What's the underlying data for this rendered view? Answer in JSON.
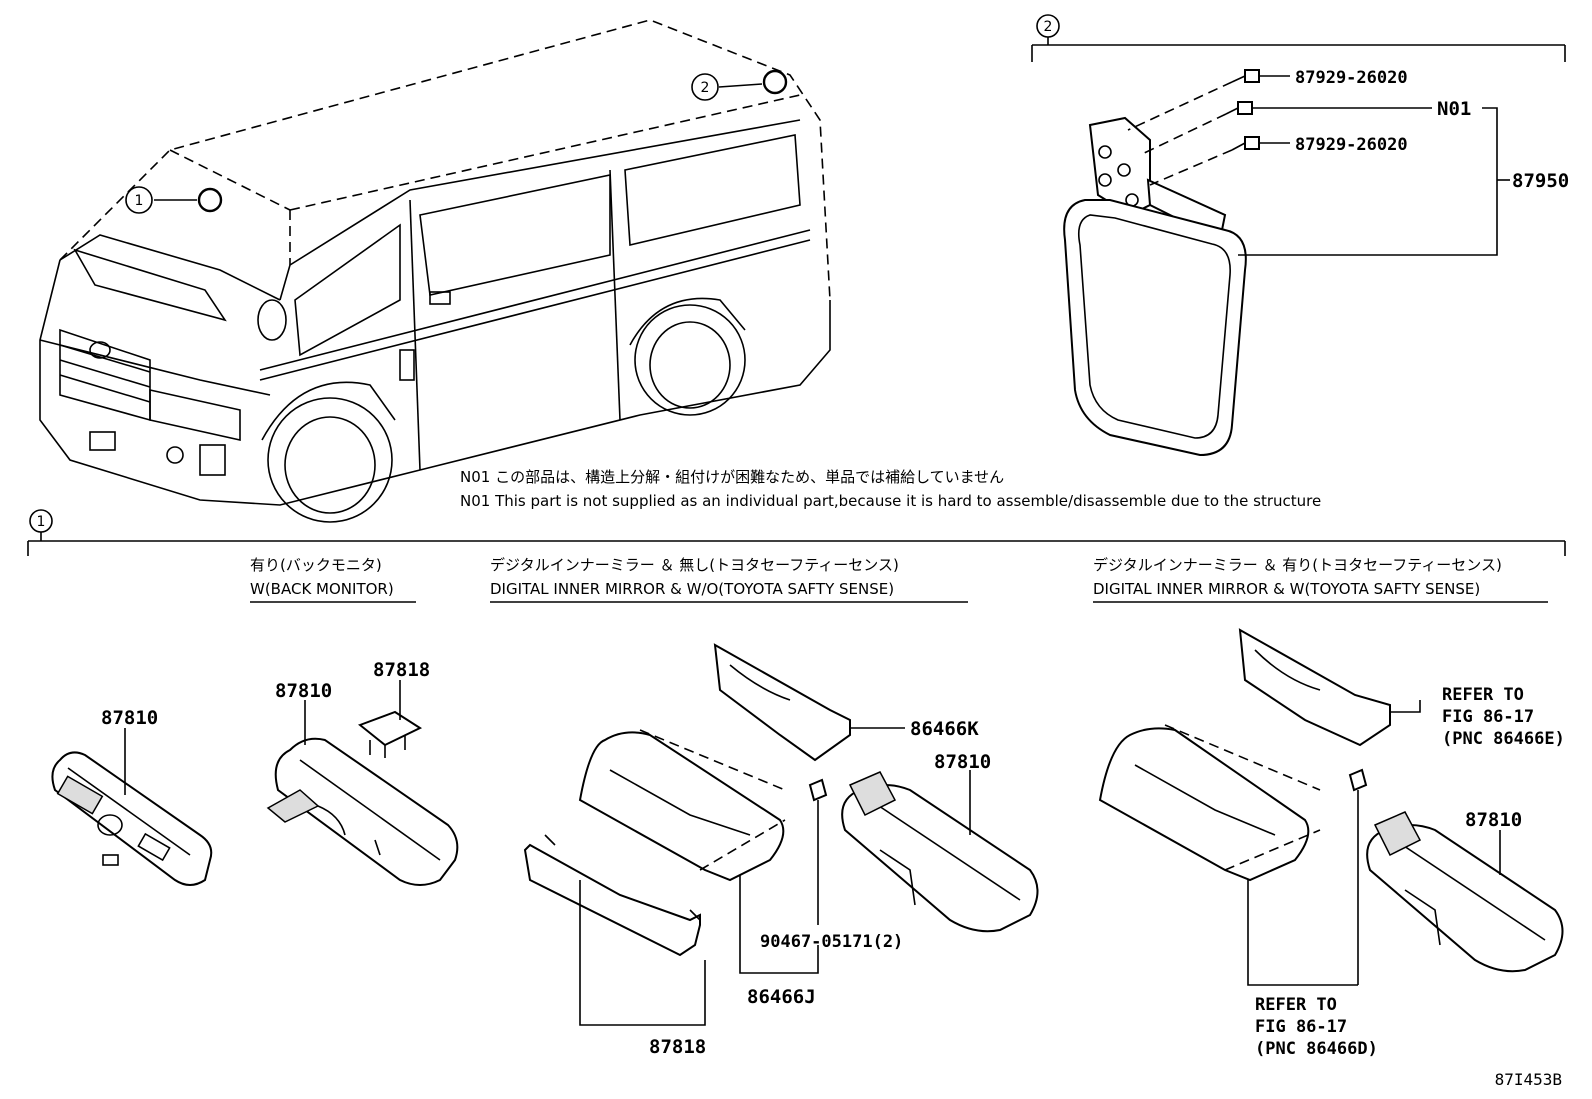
{
  "callouts": {
    "one": "1",
    "two": "2"
  },
  "mirror_assembly": {
    "bolt_top": "87929-26020",
    "bolt_bottom": "87929-26020",
    "note_code": "N01",
    "assembly": "87950"
  },
  "notes": {
    "jp": "N01 この部品は、構造上分解・組付けが困難なため、単品では補給していません",
    "en": "N01 This part is not supplied as an individual part,because it is hard to assemble/disassemble due to the structure"
  },
  "sections": [
    {
      "jp": "有り(バックモニタ)",
      "en": "W(BACK MONITOR)"
    },
    {
      "jp": "デジタルインナーミラー ＆ 無し(トヨタセーフティーセンス)",
      "en": "DIGITAL INNER MIRROR & W/O(TOYOTA SAFTY SENSE)"
    },
    {
      "jp": "デジタルインナーミラー ＆ 有り(トヨタセーフティーセンス)",
      "en": "DIGITAL INNER MIRROR & W(TOYOTA SAFTY SENSE)"
    }
  ],
  "parts": {
    "p1": "87810",
    "p2": "87810",
    "p3": "87818",
    "p4": "86466K",
    "p5": "87810",
    "p6": "90467-05171(2)",
    "p7": "86466J",
    "p8": "87818",
    "p9": "87810"
  },
  "refer_e": [
    "REFER TO",
    "FIG 86-17",
    "(PNC 86466E)"
  ],
  "refer_d": [
    "REFER TO",
    "FIG 86-17",
    "(PNC 86466D)"
  ],
  "figure_id": "87I453B"
}
